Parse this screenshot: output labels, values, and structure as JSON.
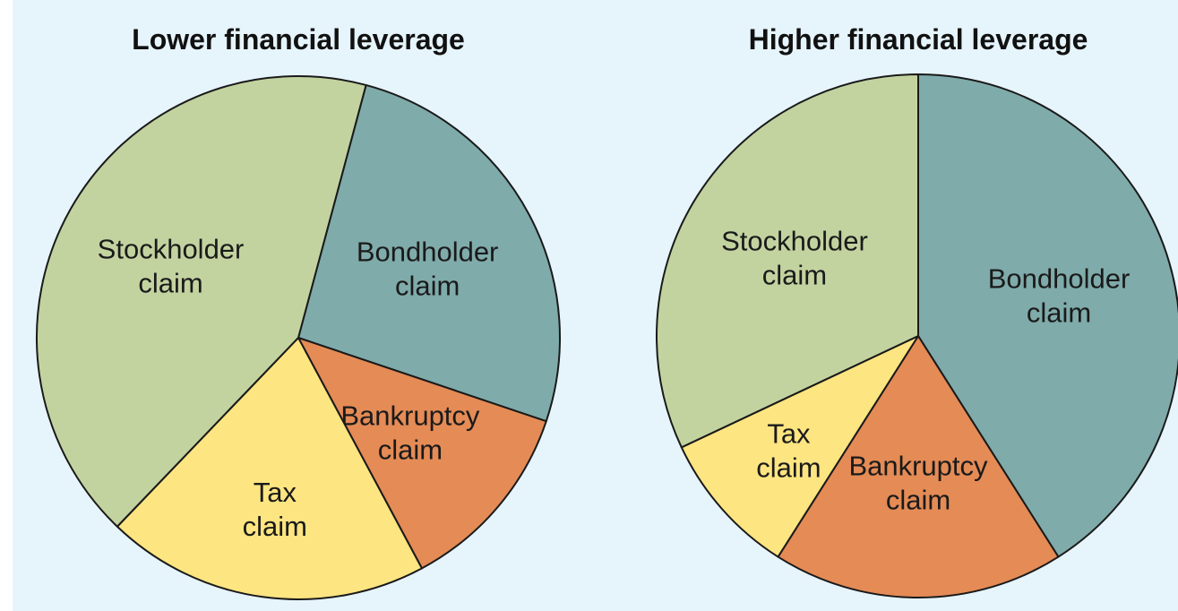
{
  "colors": {
    "background": "#e6f4fc",
    "bondholder": "#7fabaa",
    "bankruptcy": "#e48b56",
    "tax": "#fde581",
    "stockholder": "#c3d3a0",
    "outline": "#1a1a1a"
  },
  "chart_data": [
    {
      "type": "pie",
      "title": "Lower financial leverage",
      "slices": [
        {
          "key": "bondholder",
          "label": [
            "Bondholder",
            "claim"
          ],
          "value": 26
        },
        {
          "key": "bankruptcy",
          "label": [
            "Bankruptcy",
            "claim"
          ],
          "value": 12
        },
        {
          "key": "tax",
          "label": [
            "Tax",
            "claim"
          ],
          "value": 20
        },
        {
          "key": "stockholder",
          "label": [
            "Stockholder",
            "claim"
          ],
          "value": 42
        }
      ]
    },
    {
      "type": "pie",
      "title": "Higher financial leverage",
      "slices": [
        {
          "key": "bondholder",
          "label": [
            "Bondholder",
            "claim"
          ],
          "value": 41
        },
        {
          "key": "bankruptcy",
          "label": [
            "Bankruptcy",
            "claim"
          ],
          "value": 18
        },
        {
          "key": "tax",
          "label": [
            "Tax",
            "claim"
          ],
          "value": 9
        },
        {
          "key": "stockholder",
          "label": [
            "Stockholder",
            "claim"
          ],
          "value": 32
        }
      ]
    }
  ]
}
